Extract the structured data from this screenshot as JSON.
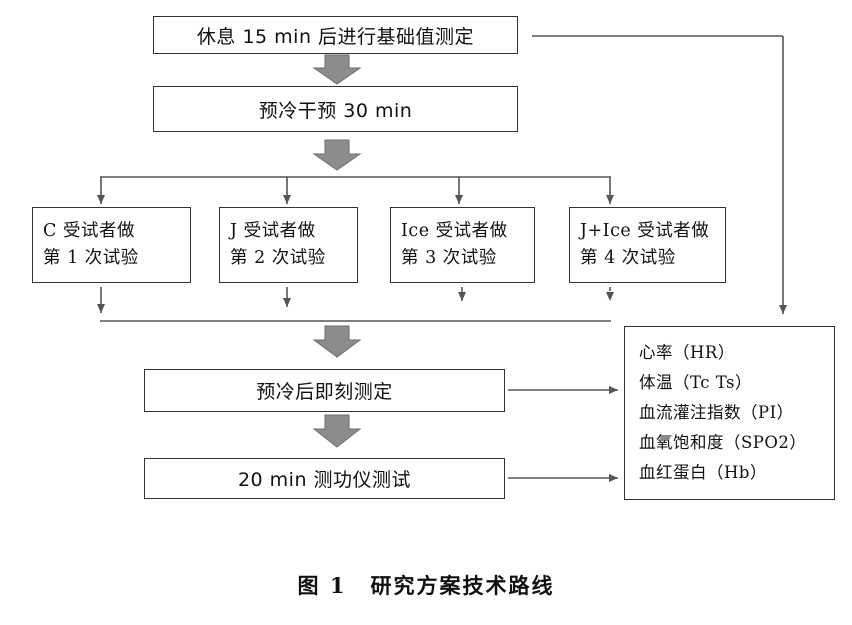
{
  "steps": {
    "baseline": "休息 15 min 后进行基础值测定",
    "precool": "预冷干预 30 min",
    "immediate": "预冷后即刻测定",
    "power_test": "20 min 测功仪测试"
  },
  "groups": [
    {
      "line1": "C 受试者做",
      "line2": "第 1 次试验"
    },
    {
      "line1": "J 受试者做",
      "line2": "第 2 次试验"
    },
    {
      "line1": "Ice 受试者做",
      "line2": "第 3 次试验"
    },
    {
      "line1": "J+Ice 受试者做",
      "line2": "第 4 次试验"
    }
  ],
  "measures": [
    "心率（HR）",
    "体温（Tc Ts）",
    "血流灌注指数（PI）",
    "血氧饱和度（SPO2）",
    "血红蛋白（Hb）"
  ],
  "caption": {
    "number": "图 1",
    "title": "研究方案技术路线"
  },
  "colors": {
    "line": "#555555",
    "block_arrow": "#8c8c8c",
    "border": "#333333"
  }
}
